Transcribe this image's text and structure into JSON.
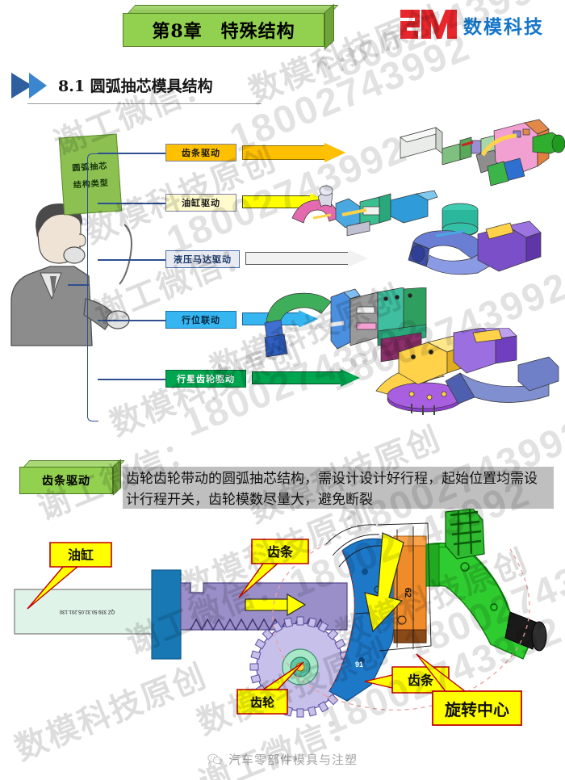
{
  "header": {
    "chapter_title": "第8章　特殊结构",
    "logo_mark": "SM",
    "logo_text": "数模科技"
  },
  "section": {
    "heading": "8.1 圆弧抽芯模具结构"
  },
  "presenter": {
    "scroll_line1": "圆弧抽芯",
    "scroll_line2": "结构类型"
  },
  "tree": {
    "nodes": [
      {
        "label": "齿条驱动",
        "color": "#ffc000"
      },
      {
        "label": "油缸驱动",
        "color": "#fffbcc"
      },
      {
        "label": "液压马达驱动",
        "color": "#e9ebf2"
      },
      {
        "label": "行位联动",
        "color": "#36b6f0"
      },
      {
        "label": "行星齿轮驱动",
        "color": "#00a550"
      }
    ]
  },
  "lower": {
    "box_label": "齿条驱动",
    "body_text": "齿轮齿轮带动的圆弧抽芯结构，需设计设计好行程，起始位置均需设计行程开关，齿轮模数尽量大，避免断裂",
    "callouts": {
      "cylinder": "油缸",
      "rack_top": "齿条",
      "rack_right": "齿条",
      "gear": "齿轮",
      "rotation_center": "旋转中心"
    },
    "part_numbers": {
      "orange": "62",
      "blue": "91"
    }
  },
  "footer": {
    "icon": "wechat-icon",
    "text": "汽车零部件模具与注塑"
  },
  "watermark": {
    "cn_a": "谢工微信：",
    "cn_b": "数模科技原创",
    "phone": "18002743992"
  },
  "colors": {
    "brand_red": "#e8272c",
    "brand_blue": "#1576c8",
    "title_green": "#92d050",
    "accent_yellow": "#ffc000",
    "accent_cyan": "#36b6f0",
    "accent_green": "#00a550",
    "body_bg": "#bfbfbf",
    "callout_fill": "#ffff00",
    "callout_border": "#c00000"
  }
}
